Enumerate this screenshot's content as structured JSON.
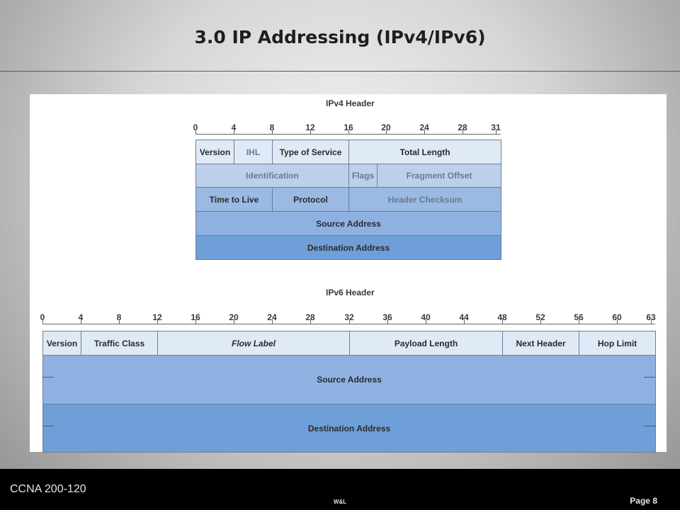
{
  "slide": {
    "title": "3.0 IP Addressing (IPv4/IPv6)"
  },
  "ipv4": {
    "title": "IPv4 Header",
    "bits": [
      "0",
      "4",
      "8",
      "12",
      "16",
      "20",
      "24",
      "28",
      "31"
    ],
    "rows": [
      [
        {
          "label": "Version",
          "color": "c1"
        },
        {
          "label": "IHL",
          "color": "c1",
          "dim": true
        },
        {
          "label": "Type of Service",
          "color": "c1"
        },
        {
          "label": "Total Length",
          "color": "c1"
        }
      ],
      [
        {
          "label": "Identification",
          "color": "c2",
          "dim": true
        },
        {
          "label": "Flags",
          "color": "c2",
          "dim": true
        },
        {
          "label": "Fragment Offset",
          "color": "c2",
          "dim": true
        }
      ],
      [
        {
          "label": "Time to Live",
          "color": "c3"
        },
        {
          "label": "Protocol",
          "color": "c3"
        },
        {
          "label": "Header Checksum",
          "color": "c3",
          "dim": true
        }
      ],
      [
        {
          "label": "Source Address",
          "color": "c4"
        }
      ],
      [
        {
          "label": "Destination Address",
          "color": "c5"
        }
      ]
    ]
  },
  "ipv6": {
    "title": "IPv6 Header",
    "bits": [
      "0",
      "4",
      "8",
      "12",
      "16",
      "20",
      "24",
      "28",
      "32",
      "36",
      "40",
      "44",
      "48",
      "52",
      "56",
      "60",
      "63"
    ],
    "rows": [
      [
        {
          "label": "Version",
          "color": "c1"
        },
        {
          "label": "Traffic Class",
          "color": "c1"
        },
        {
          "label": "Flow Label",
          "color": "c1",
          "italic": true
        },
        {
          "label": "Payload Length",
          "color": "c1"
        },
        {
          "label": "Next Header",
          "color": "c1"
        },
        {
          "label": "Hop Limit",
          "color": "c1"
        }
      ],
      [
        {
          "label": "Source Address",
          "color": "c4"
        }
      ],
      [
        {
          "label": "Destination Address",
          "color": "c5"
        }
      ]
    ]
  },
  "footer": {
    "course": "CCNA 200-120",
    "center": "W&L",
    "page": "Page 8"
  }
}
